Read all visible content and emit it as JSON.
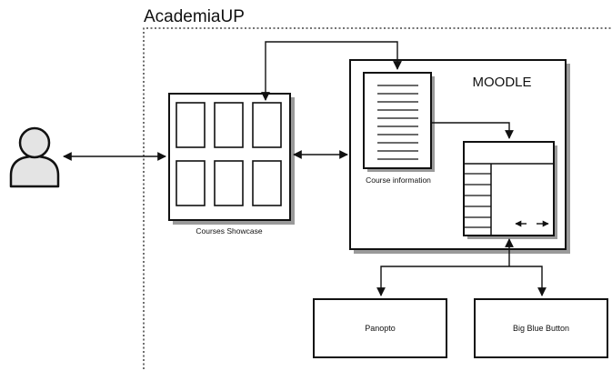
{
  "boundary": {
    "title": "AcademiaUP"
  },
  "nodes": {
    "user": {
      "icon": "user-icon"
    },
    "courses_showcase": {
      "label": "Courses Showcase"
    },
    "moodle": {
      "title": "MOODLE"
    },
    "course_information": {
      "label": "Course information"
    },
    "resize_icon": {
      "icon": "horizontal-resize-arrows-icon"
    },
    "panopto": {
      "label": "Panopto"
    },
    "big_blue_button": {
      "label": "Big Blue Button"
    }
  },
  "connections": [
    {
      "from": "user",
      "to": "courses_showcase",
      "direction": "both"
    },
    {
      "from": "courses_showcase",
      "to": "moodle",
      "direction": "both"
    },
    {
      "from": "courses_showcase",
      "to": "course_information",
      "direction": "both"
    },
    {
      "from": "course_information",
      "to": "moodle_table",
      "direction": "forward"
    },
    {
      "from": "moodle_table",
      "to": "panopto",
      "direction": "both"
    },
    {
      "from": "moodle_table",
      "to": "big_blue_button",
      "direction": "both"
    }
  ],
  "colors": {
    "stroke": "#111111",
    "fill": "#ffffff",
    "user_fill": "#e4e4e4",
    "shadow": "#9a9a9a"
  }
}
